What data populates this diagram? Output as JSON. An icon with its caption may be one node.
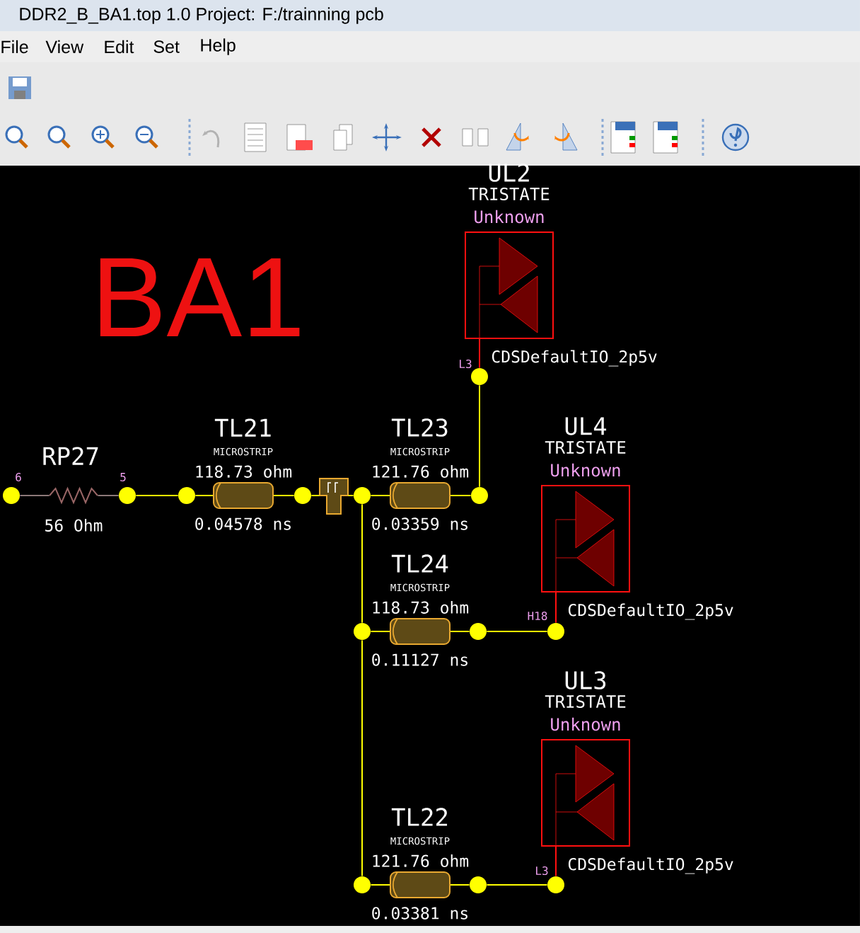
{
  "diagram": {
    "nodes": [
      {
        "text": [
          "RP27",
          "56 Ohm"
        ]
      },
      {
        "text": [
          "TL21",
          "MICROSTRIP",
          "118.73 ohm",
          "0.04578 ns"
        ]
      },
      {
        "text": [
          "TL23",
          "MICROSTRIP",
          "121.76 ohm",
          "0.03359 ns"
        ]
      },
      {
        "text": [
          "TL24",
          "MICROSTRIP",
          "118.73 ohm",
          "0.11127 ns"
        ]
      },
      {
        "text": [
          "TL22",
          "MICROSTRIP",
          "121.76 ohm",
          "0.03381 ns"
        ]
      },
      {
        "text": [
          "UL2",
          "TRISTATE",
          "Unknown",
          "CDSDefaultIO_2p5v"
        ]
      },
      {
        "text": [
          "UL4",
          "TRISTATE",
          "Unknown",
          "CDSDefaultIO_2p5v"
        ]
      },
      {
        "text": [
          "UL3",
          "TRISTATE",
          "Unknown",
          "CDSDefaultIO_2p5v"
        ]
      },
      {
        "text": [],
        "shape": "box"
      },
      {
        "text": [],
        "shape": "circle",
        "beside": [
          "6"
        ]
      },
      {
        "text": [],
        "shape": "circle",
        "beside": [
          "5"
        ]
      },
      {
        "text": [],
        "shape": "circle"
      },
      {
        "text": [],
        "shape": "circle"
      },
      {
        "text": [],
        "shape": "circle"
      },
      {
        "text": [],
        "shape": "circle"
      },
      {
        "text": [],
        "shape": "circle",
        "beside": [
          "L3"
        ]
      },
      {
        "text": [],
        "shape": "circle"
      },
      {
        "text": [],
        "shape": "circle"
      },
      {
        "text": [],
        "shape": "circle",
        "beside": [
          "H18"
        ]
      },
      {
        "text": [],
        "shape": "circle"
      },
      {
        "text": [],
        "shape": "circle"
      },
      {
        "text": [],
        "shape": "circle",
        "beside": [
          "L3"
        ]
      }
    ],
    "edges": [
      {
        "from": 9,
        "to": 0,
        "arrow": "none",
        "color": "#8c7878"
      },
      {
        "from": 0,
        "to": 10,
        "arrow": "none",
        "color": "#8c7878"
      },
      {
        "from": 10,
        "to": 11,
        "arrow": "none"
      },
      {
        "from": 11,
        "to": 1,
        "arrow": "none"
      },
      {
        "from": 1,
        "to": 12,
        "arrow": "none"
      },
      {
        "from": 12,
        "to": 8,
        "arrow": "none"
      },
      {
        "from": 8,
        "to": 13,
        "arrow": "none"
      },
      {
        "from": 13,
        "to": 2,
        "arrow": "none"
      },
      {
        "from": 2,
        "to": 14,
        "arrow": "none"
      },
      {
        "from": 14,
        "to": 15,
        "arrow": "none"
      },
      {
        "from": 15,
        "to": 5,
        "arrow": "none",
        "color": "#ff1010"
      },
      {
        "from": 13,
        "to": 16,
        "arrow": "none"
      },
      {
        "from": 16,
        "to": 19,
        "arrow": "none"
      },
      {
        "from": 16,
        "to": 3,
        "arrow": "none"
      },
      {
        "from": 3,
        "to": 17,
        "arrow": "none"
      },
      {
        "from": 17,
        "to": 18,
        "arrow": "none"
      },
      {
        "from": 18,
        "to": 6,
        "arrow": "none",
        "color": "#ff1010"
      },
      {
        "from": 19,
        "to": 4,
        "arrow": "none"
      },
      {
        "from": 4,
        "to": 20,
        "arrow": "none"
      },
      {
        "from": 20,
        "to": 21,
        "arrow": "none"
      },
      {
        "from": 21,
        "to": 7,
        "arrow": "none",
        "color": "#ff1010"
      }
    ],
    "labels": [
      "DDR2_B_BA1.top 1.0  Project: F:/trainning pcb",
      "File",
      "View",
      "Edit",
      "Set",
      "Help",
      "BA1"
    ]
  }
}
